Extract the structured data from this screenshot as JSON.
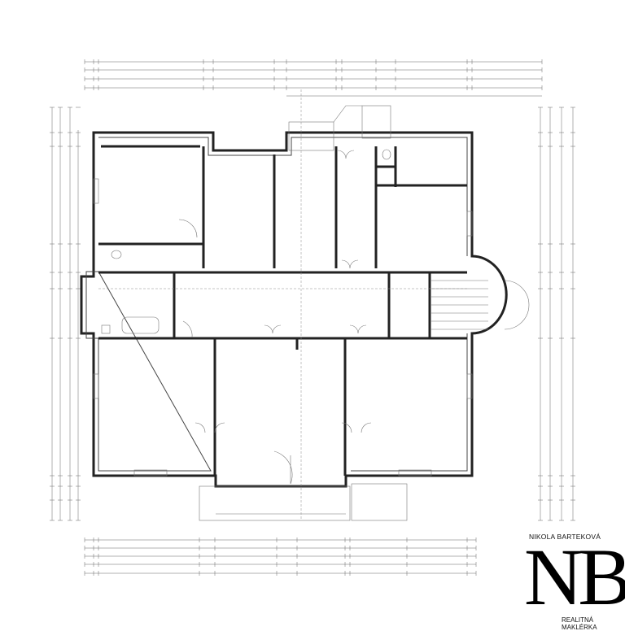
{
  "logo": {
    "name": "NIKOLA BARTEKOVÁ",
    "monogram": "NB",
    "subtitle": "REALITNÁ MAKLÉRKA"
  },
  "colors": {
    "line": "#222222",
    "background": "#ffffff"
  }
}
